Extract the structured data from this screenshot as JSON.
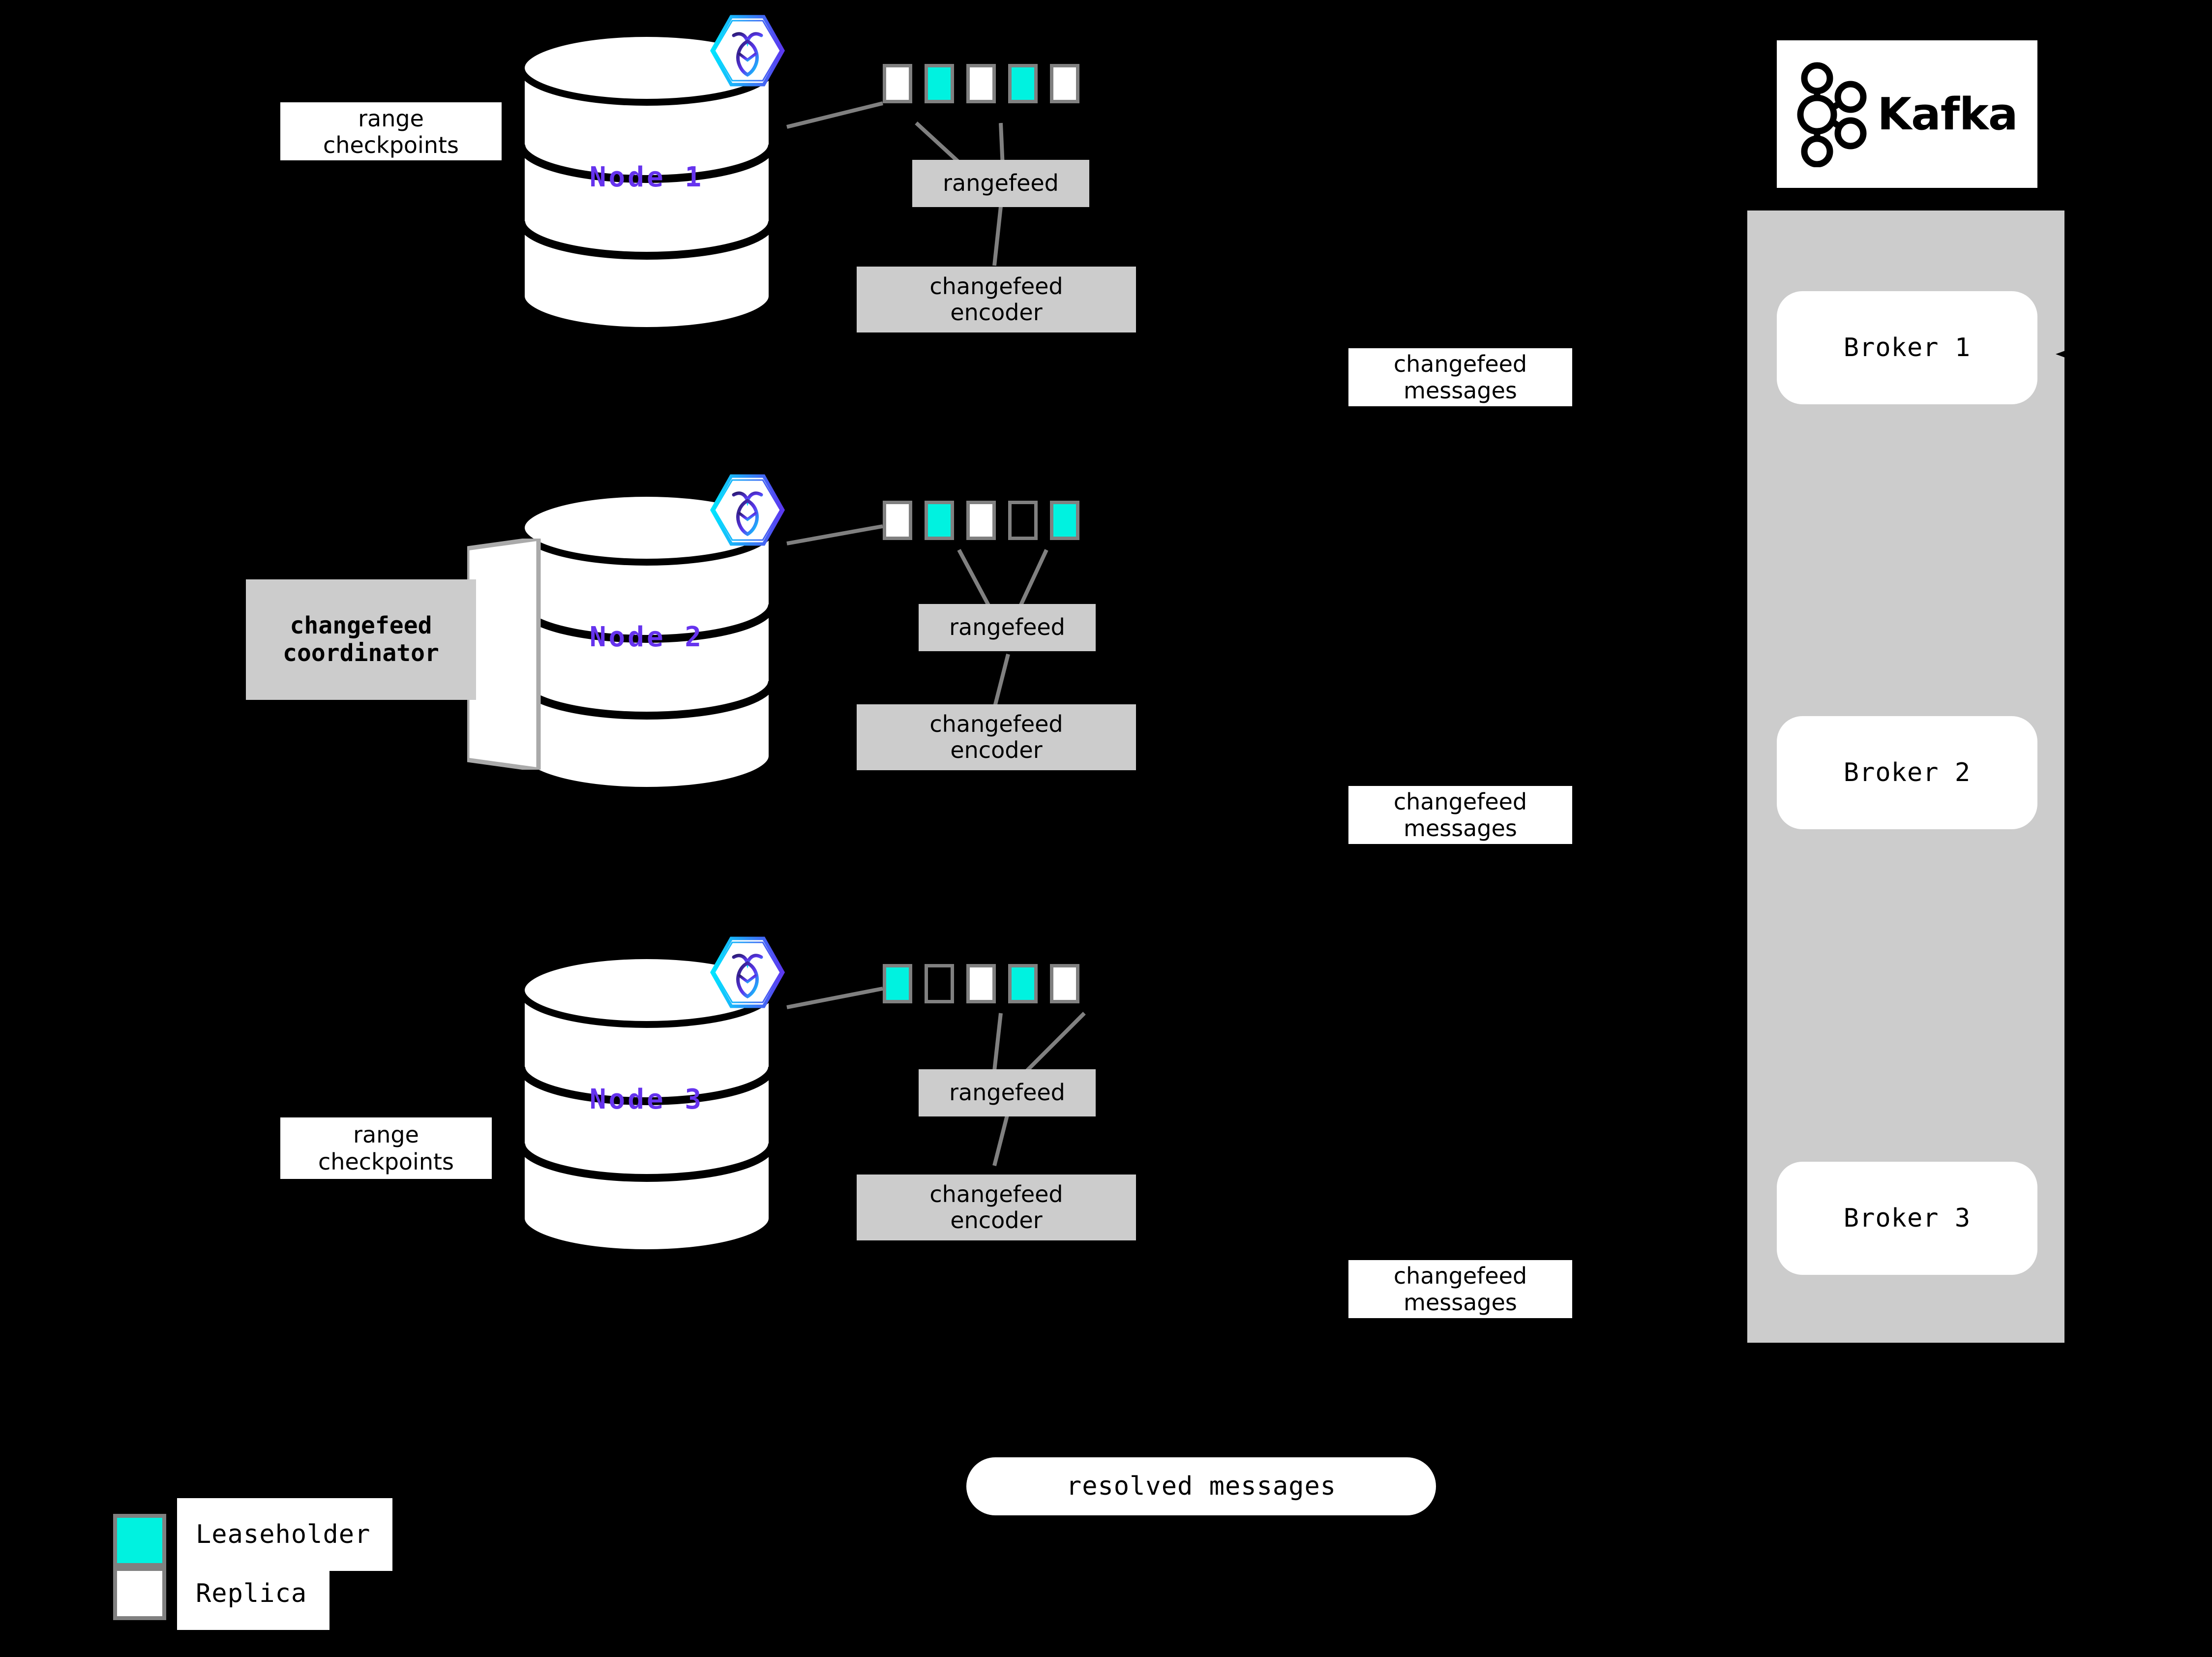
{
  "diagram": {
    "title": "CockroachDB changefeed architecture",
    "background_color": "#000000"
  },
  "colors": {
    "leaseholder": "#00F2E0",
    "replica": "#FFFFFF",
    "range_border": "#808080",
    "process_box": "#CCCCCC",
    "node_label": "#6633EE",
    "kafka_panel": "#CCCCCC"
  },
  "nodes": [
    {
      "label": "Node 1",
      "badge_icon": "cockroachdb-hex-icon",
      "ranges": [
        "replica",
        "leaseholder",
        "replica",
        "leaseholder",
        "replica"
      ],
      "rangefeed_label": "rangefeed",
      "encoder_label": "changefeed\nencoder",
      "encoder_line1": "changefeed",
      "encoder_line2": "encoder",
      "checkpoints_line1": "range",
      "checkpoints_line2": "checkpoints"
    },
    {
      "label": "Node 2",
      "badge_icon": "cockroachdb-hex-icon",
      "ranges": [
        "replica",
        "leaseholder",
        "replica",
        "empty",
        "leaseholder"
      ],
      "rangefeed_label": "rangefeed",
      "encoder_line1": "changefeed",
      "encoder_line2": "encoder",
      "coordinator_line1": "changefeed",
      "coordinator_line2": "coordinator"
    },
    {
      "label": "Node 3",
      "badge_icon": "cockroachdb-hex-icon",
      "ranges": [
        "leaseholder",
        "empty",
        "replica",
        "leaseholder",
        "replica"
      ],
      "rangefeed_label": "rangefeed",
      "encoder_line1": "changefeed",
      "encoder_line2": "encoder",
      "checkpoints_line1": "range",
      "checkpoints_line2": "checkpoints"
    }
  ],
  "messages": [
    {
      "line1": "changefeed",
      "line2": "messages"
    },
    {
      "line1": "changefeed",
      "line2": "messages"
    },
    {
      "line1": "changefeed",
      "line2": "messages"
    }
  ],
  "resolved": {
    "label": "resolved messages"
  },
  "kafka": {
    "wordmark": "Kafka",
    "logo_icon": "kafka-node-graph-icon",
    "brokers": [
      {
        "label": "Broker 1"
      },
      {
        "label": "Broker 2"
      },
      {
        "label": "Broker 3"
      }
    ]
  },
  "legend": {
    "items": [
      {
        "swatch": "leaseholder",
        "label": "Leaseholder"
      },
      {
        "swatch": "replica",
        "label": "Replica"
      }
    ]
  }
}
